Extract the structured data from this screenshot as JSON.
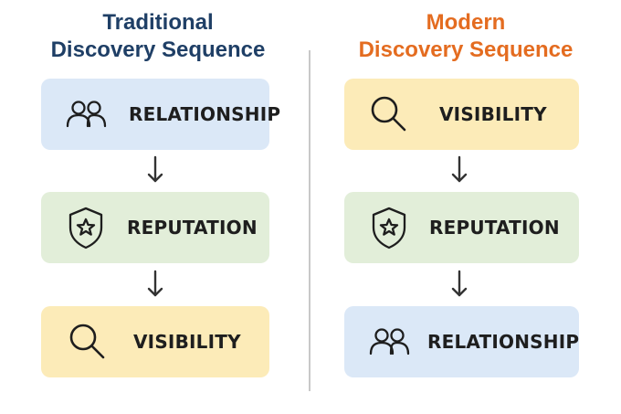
{
  "left": {
    "title_line1": "Traditional",
    "title_line2": "Discovery Sequence",
    "steps": [
      {
        "label": "RELATIONSHIP",
        "icon": "people-icon",
        "color": "#dbe8f7"
      },
      {
        "label": "REPUTATION",
        "icon": "shield-star-icon",
        "color": "#e2eed9"
      },
      {
        "label": "VISIBILITY",
        "icon": "magnifier-icon",
        "color": "#fcebb8"
      }
    ],
    "title_color": "#1f3f66"
  },
  "right": {
    "title_line1": "Modern",
    "title_line2": "Discovery Sequence",
    "steps": [
      {
        "label": "VISIBILITY",
        "icon": "magnifier-icon",
        "color": "#fcebb8"
      },
      {
        "label": "REPUTATION",
        "icon": "shield-star-icon",
        "color": "#e2eed9"
      },
      {
        "label": "RELATIONSHIP",
        "icon": "people-icon",
        "color": "#dbe8f7"
      }
    ],
    "title_color": "#e46c20"
  }
}
